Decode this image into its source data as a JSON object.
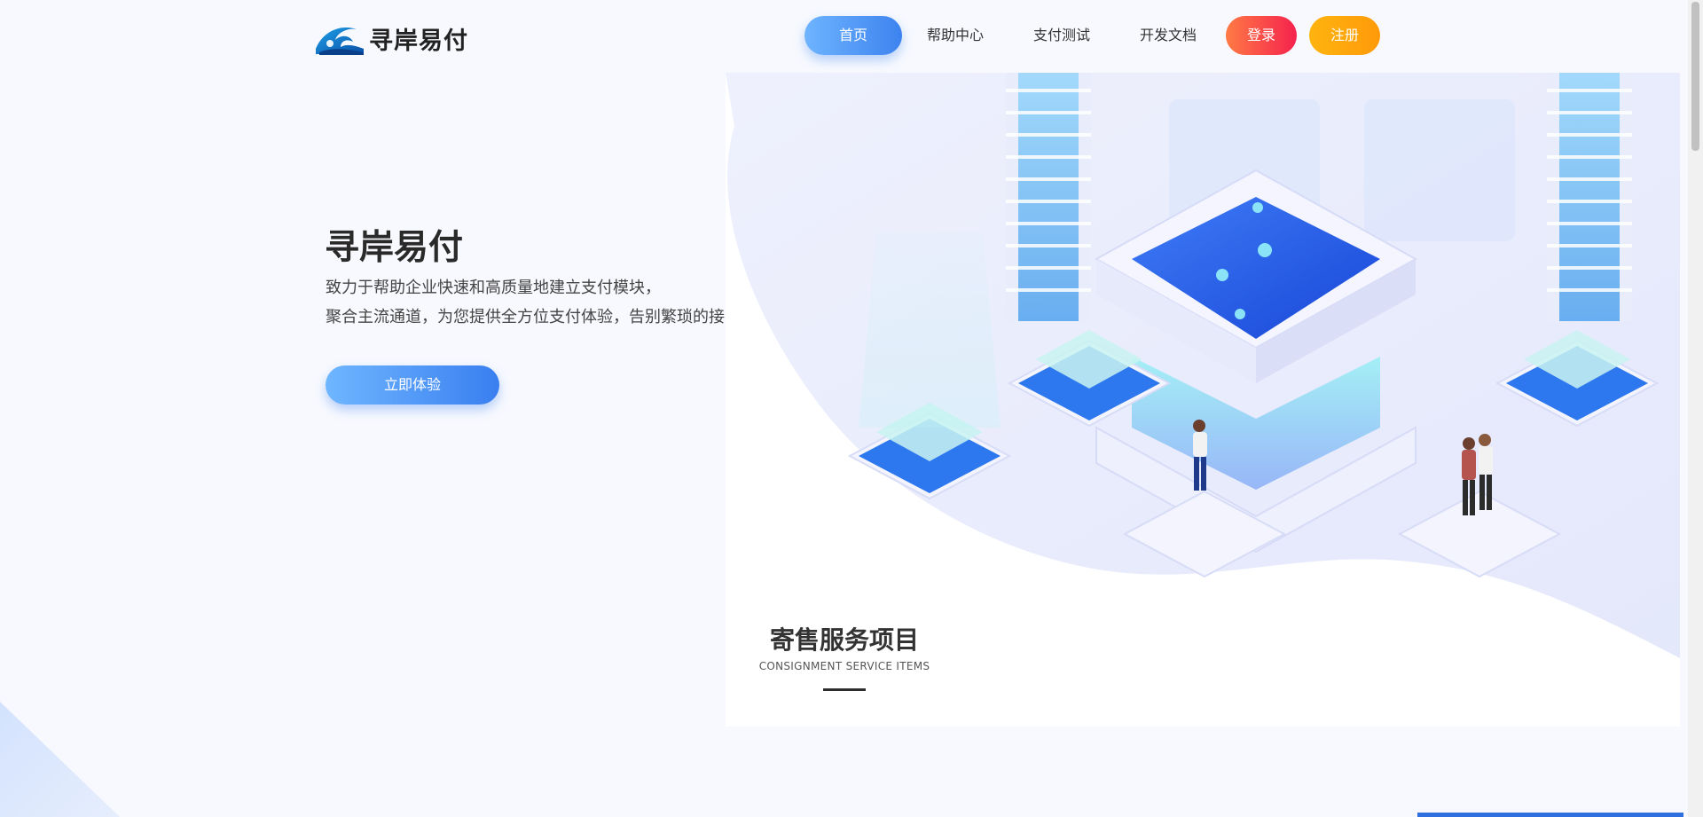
{
  "brand": {
    "name": "寻岸易付",
    "logo_icon": "wave-logo-icon",
    "accent": "#3d83ef"
  },
  "nav": {
    "items": [
      {
        "label": "首页",
        "active": true
      },
      {
        "label": "帮助中心"
      },
      {
        "label": "支付测试"
      },
      {
        "label": "开发文档"
      }
    ],
    "login_label": "登录",
    "register_label": "注册",
    "login_color": "#f5224d",
    "register_color": "#ffa00a"
  },
  "hero": {
    "title": "寻岸易付",
    "desc_line1": "致力于帮助企业快速和高质量地建立支付模块，",
    "desc_line2": "聚合主流通道，为您提供全方位支付体验，告别繁琐的接入流程",
    "cta_label": "立即体验"
  },
  "section": {
    "title": "寄售服务项目",
    "subtitle": "CONSIGNMENT SERVICE ITEMS"
  }
}
